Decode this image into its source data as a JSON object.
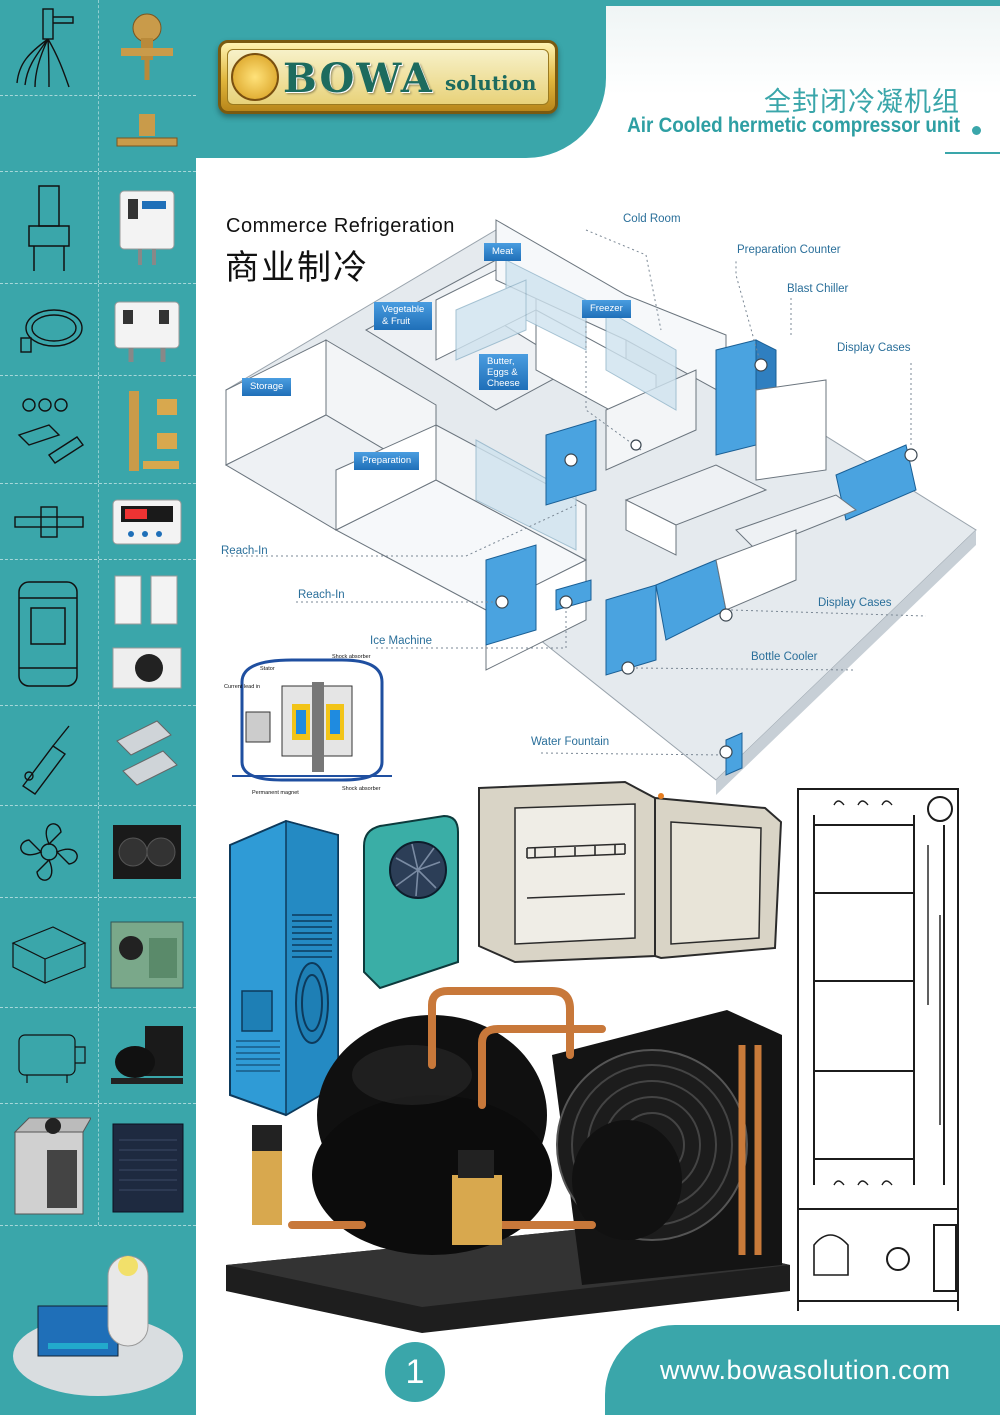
{
  "brand": {
    "name": "BOWA",
    "suffix": "solution"
  },
  "header": {
    "title_cn": "全封闭冷凝机组",
    "title_en": "Air Cooled hermetic compressor unit"
  },
  "section": {
    "title_en": "Commerce Refrigeration",
    "title_cn": "商业制冷"
  },
  "rooms": {
    "meat": "Meat",
    "vegetable_1": "Vegetable",
    "vegetable_2": "& Fruit",
    "freezer": "Freezer",
    "butter_1": "Butter,",
    "butter_2": "Eggs &",
    "butter_3": "Cheese",
    "storage": "Storage",
    "preparation": "Preparation"
  },
  "callouts": {
    "cold_room": "Cold Room",
    "prep_counter": "Preparation Counter",
    "blast_chiller": "Blast Chiller",
    "display_cases_top": "Display Cases",
    "reach_in_1": "Reach-In",
    "reach_in_2": "Reach-In",
    "ice_machine": "Ice Machine",
    "display_cases_bottom": "Display Cases",
    "bottle_cooler": "Bottle Cooler",
    "water_fountain": "Water Fountain"
  },
  "compressor_diagram": {
    "stator": "Stator",
    "shock_top": "Shock absorber",
    "current_lead": "Current lead in",
    "magnet": "Permanent magnet",
    "shock_bottom": "Shock absorber"
  },
  "footer": {
    "page": "1",
    "url": "www.bowasolution.com"
  }
}
